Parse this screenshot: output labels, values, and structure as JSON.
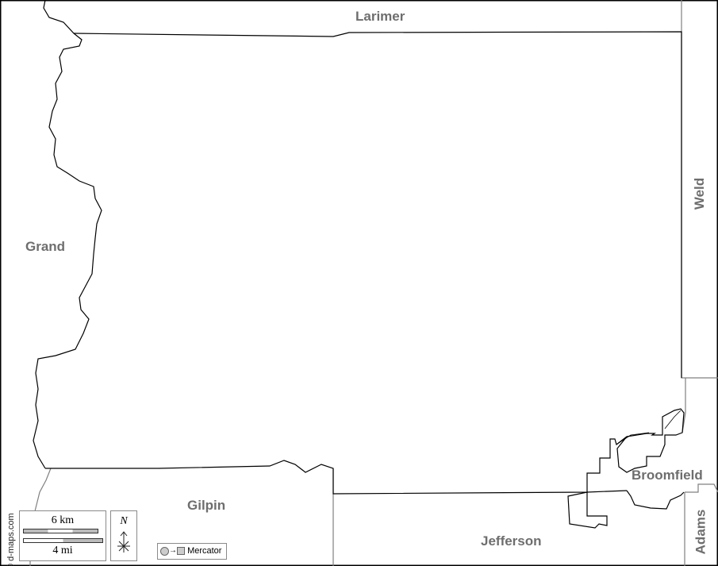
{
  "map": {
    "neighbors": {
      "north": "Larimer",
      "west": "Grand",
      "east": "Weld",
      "southwest": "Gilpin",
      "south": "Jefferson",
      "southeast": "Broomfield",
      "far_southeast": "Adams"
    },
    "scale": {
      "km_label": "6 km",
      "mi_label": "4 mi"
    },
    "north_arrow": "N",
    "projection": "Mercator",
    "credit": "© d-maps.com"
  },
  "colors": {
    "border": "#000000",
    "neighbor_border": "#808080",
    "label": "#6e6e6e"
  }
}
